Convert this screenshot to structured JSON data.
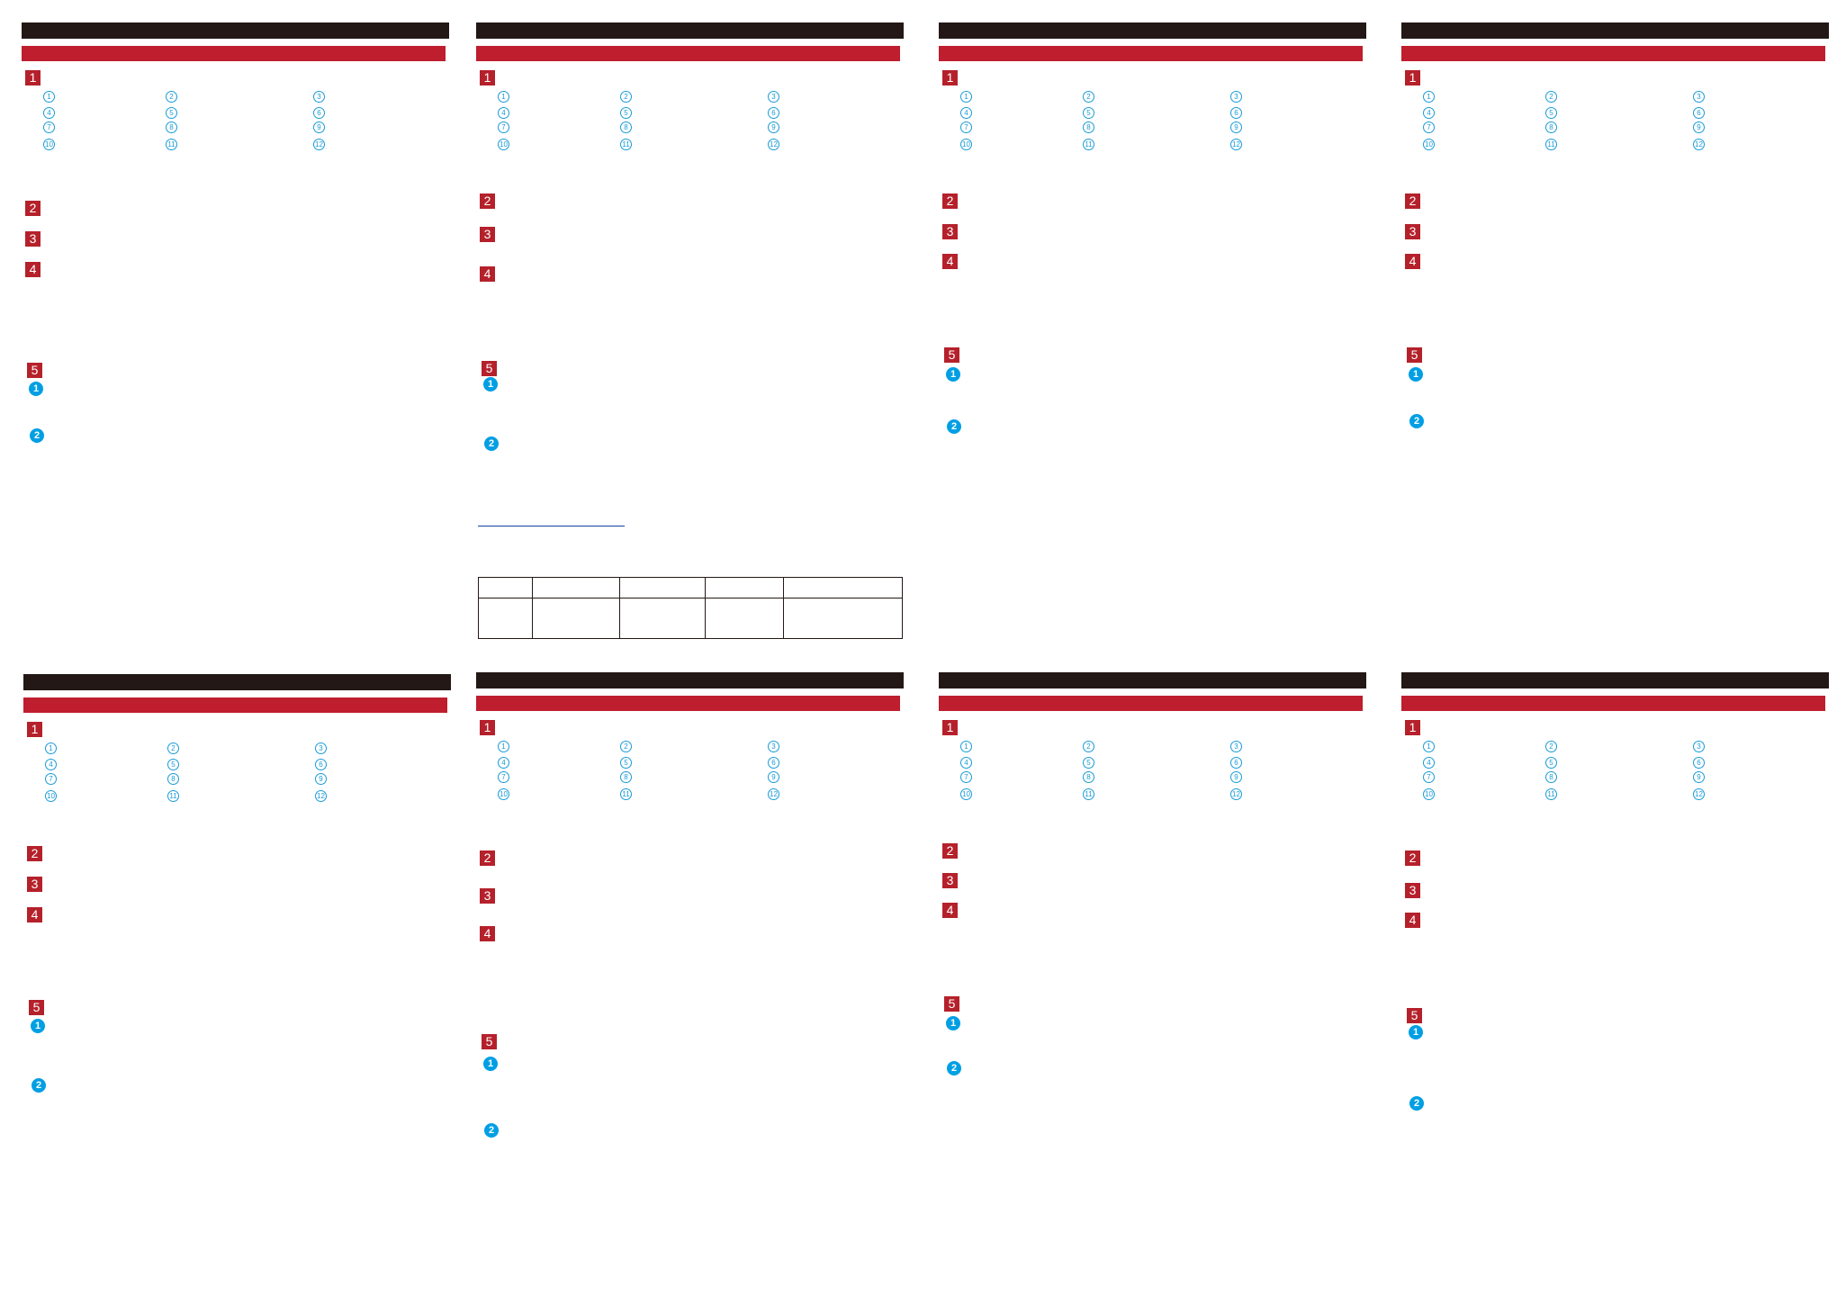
{
  "colors": {
    "header_black": "#231815",
    "header_red": "#be1e2d",
    "step_box": "#b5212b",
    "circle_blue": "#009fe3",
    "link_blue": "#1a3fa0"
  },
  "part_numbers": [
    "1",
    "2",
    "3",
    "4",
    "5",
    "6",
    "7",
    "8",
    "9",
    "10",
    "11",
    "12"
  ],
  "steps": [
    "1",
    "2",
    "3",
    "4",
    "5"
  ],
  "sub_steps": [
    "1",
    "2"
  ],
  "panels_count": 8,
  "spec_table": {
    "rows": [
      [
        "",
        "",
        "",
        "",
        ""
      ],
      [
        "",
        "",
        "",
        "",
        ""
      ]
    ]
  }
}
